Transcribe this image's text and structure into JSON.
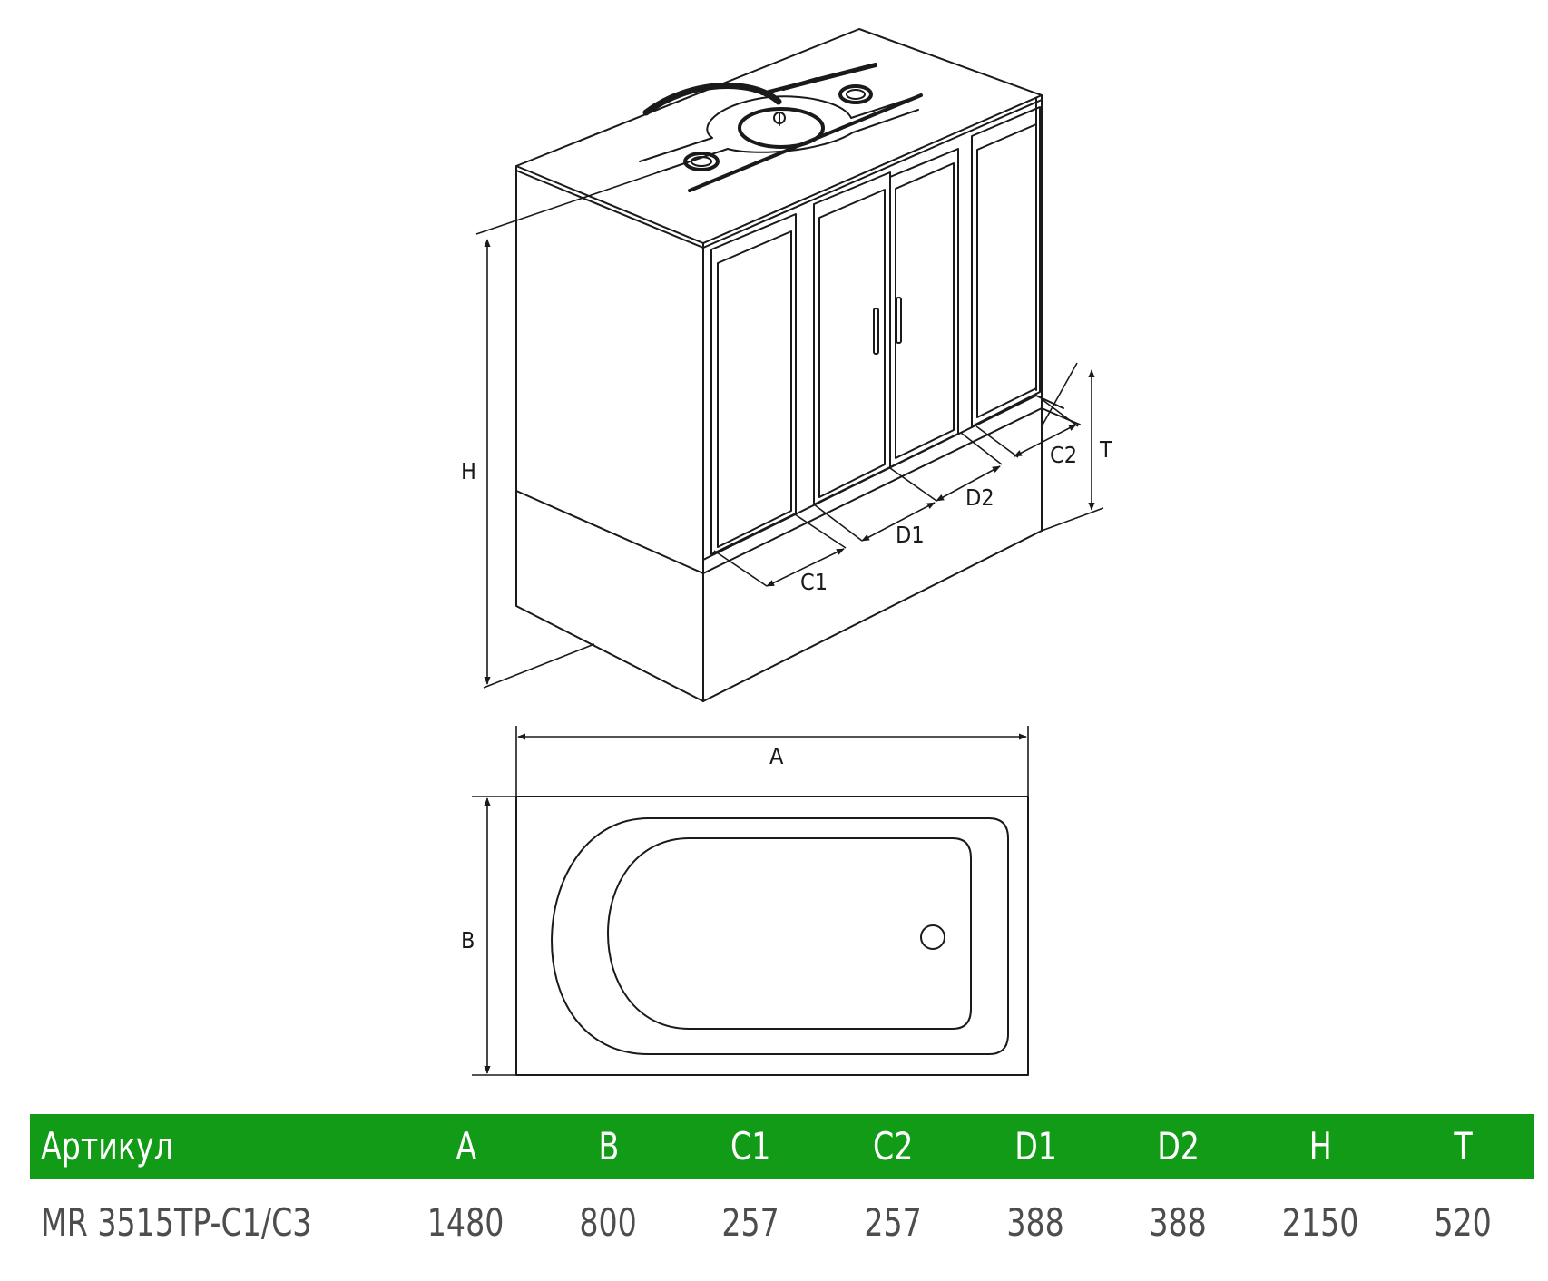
{
  "diagram_labels": {
    "H": "H",
    "T": "T",
    "C1": "C1",
    "C2": "C2",
    "D1": "D1",
    "D2": "D2",
    "A": "A",
    "B": "B"
  },
  "spec_table": {
    "header_bg": "#129b16",
    "headers": [
      "Артикул",
      "A",
      "B",
      "C1",
      "C2",
      "D1",
      "D2",
      "H",
      "T"
    ],
    "row": [
      "MR 3515TP-C1/C3",
      "1480",
      "800",
      "257",
      "257",
      "388",
      "388",
      "2150",
      "520"
    ]
  }
}
